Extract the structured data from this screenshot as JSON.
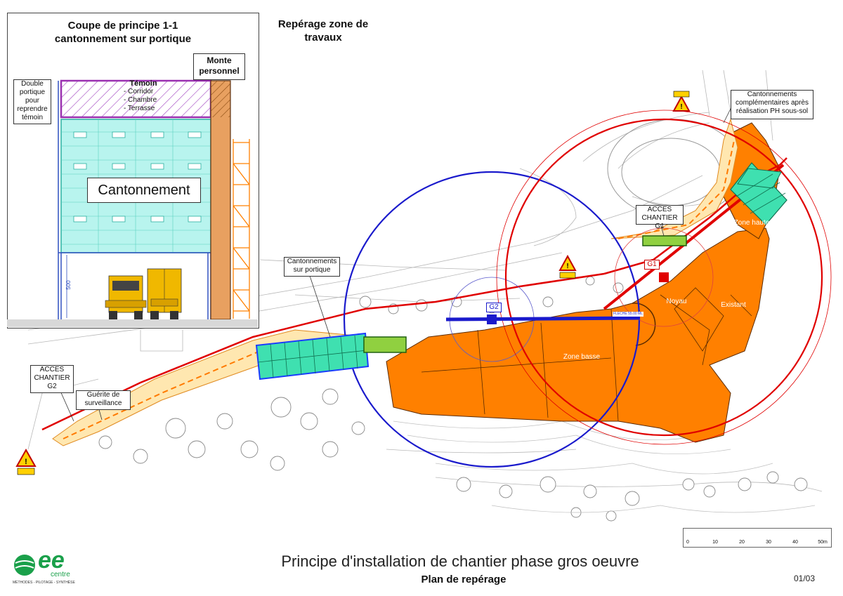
{
  "section_view": {
    "title_line1": "Coupe de principe 1-1",
    "title_line2": "cantonnement sur portique",
    "monte_line1": "Monte",
    "monte_line2": "personnel",
    "temoin_title": "Témoin",
    "temoin_items": [
      "- Corridor",
      "- Chambre",
      "- Terrasse"
    ],
    "double_portique": [
      "Double",
      "portique",
      "pour",
      "reprendre",
      "témoin"
    ],
    "cantonnement": "Cantonnement",
    "height_dim": "500"
  },
  "plan": {
    "title_line1": "Repérage zone de",
    "title_line2": "travaux",
    "labels": {
      "cantonnements_complementaires": [
        "Cantonnements",
        "complémentaires après",
        "réalisation PH sous-sol"
      ],
      "acces_g1": [
        "ACCES",
        "CHANTIER G1"
      ],
      "zone_haute": "Zone haute",
      "g1": "G1",
      "noyau": "Noyau",
      "existant": "Existant",
      "zone_basse": "Zone basse",
      "g2": "G2",
      "cantonnements_portique": [
        "Cantonnements",
        "sur portique"
      ],
      "acces_g2": [
        "ACCES",
        "CHANTIER",
        "G2"
      ],
      "guerite": [
        "Guérite de",
        "surveillance"
      ],
      "fleche": "FLECHE 55.00 ML"
    },
    "scale_ticks": [
      "0",
      "10",
      "20",
      "30",
      "40",
      "50m"
    ]
  },
  "footer": {
    "main_title": "Principe d'installation de chantier phase gros oeuvre",
    "sub_title": "Plan de repérage",
    "page": "01/03"
  },
  "logo": {
    "letters": "ee",
    "word": "centre",
    "tagline": "MÉTHODES - PILOTAGE - SYNTHÈSE"
  },
  "colors": {
    "orange": "#ff8000",
    "red_crane": "#e00000",
    "blue_crane": "#1a1acc",
    "cyan_modules": "#3fe0d0",
    "purple_temoin": "#9a30b0",
    "green_logo": "#1aa04a"
  }
}
